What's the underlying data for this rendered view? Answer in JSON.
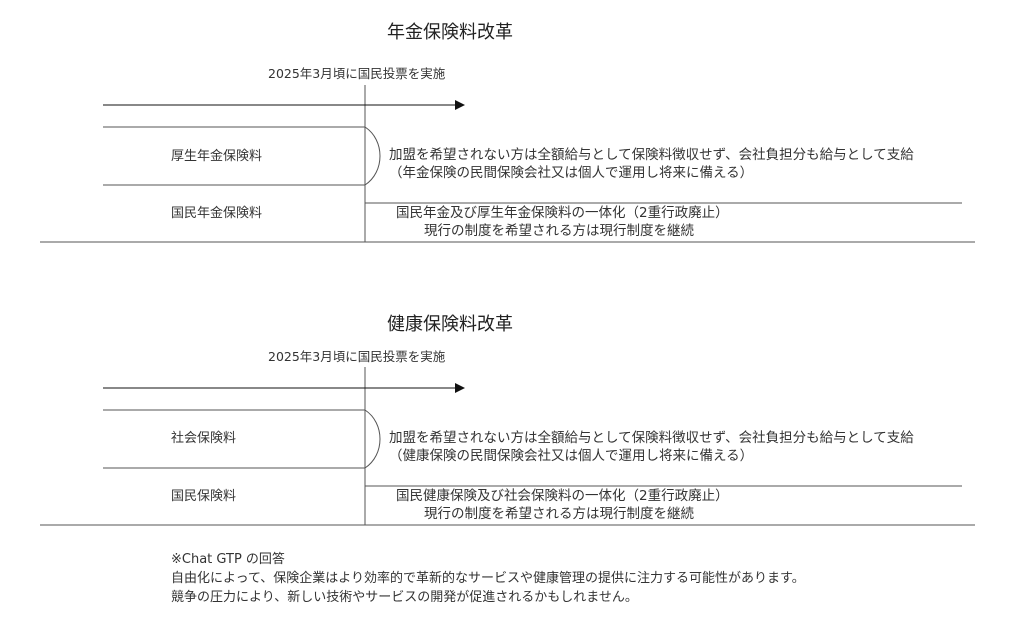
{
  "pension": {
    "title": "年金保険料改革",
    "timeline": "2025年3月頃に国民投票を実施",
    "row1_label": "厚生年金保険料",
    "row2_label": "国民年金保険料",
    "desc1_line1": "加盟を希望されない方は全額給与として保険料徴収せず、会社負担分も給与として支給",
    "desc1_line2": "（年金保険の民間保険会社又は個人で運用し将来に備える）",
    "desc2_line1": "国民年金及び厚生年金保険料の一体化（2重行政廃止）",
    "desc2_line2": "現行の制度を希望される方は現行制度を継続"
  },
  "health": {
    "title": "健康保険料改革",
    "timeline": "2025年3月頃に国民投票を実施",
    "row1_label": "社会保険料",
    "row2_label": "国民保険料",
    "desc1_line1": "加盟を希望されない方は全額給与として保険料徴収せず、会社負担分も給与として支給",
    "desc1_line2": "（健康保険の民間保険会社又は個人で運用し将来に備える）",
    "desc2_line1": "国民健康保険及び社会保険料の一体化（2重行政廃止）",
    "desc2_line2": "現行の制度を希望される方は現行制度を継続"
  },
  "note": {
    "heading": "※Chat GTP の回答",
    "line1": "自由化によって、保険企業はより効率的で革新的なサービスや健康管理の提供に注力する可能性があります。",
    "line2": "競争の圧力により、新しい技術やサービスの開発が促進されるかもしれません。"
  },
  "colors": {
    "line": "#555555",
    "arrow": "#111111"
  }
}
